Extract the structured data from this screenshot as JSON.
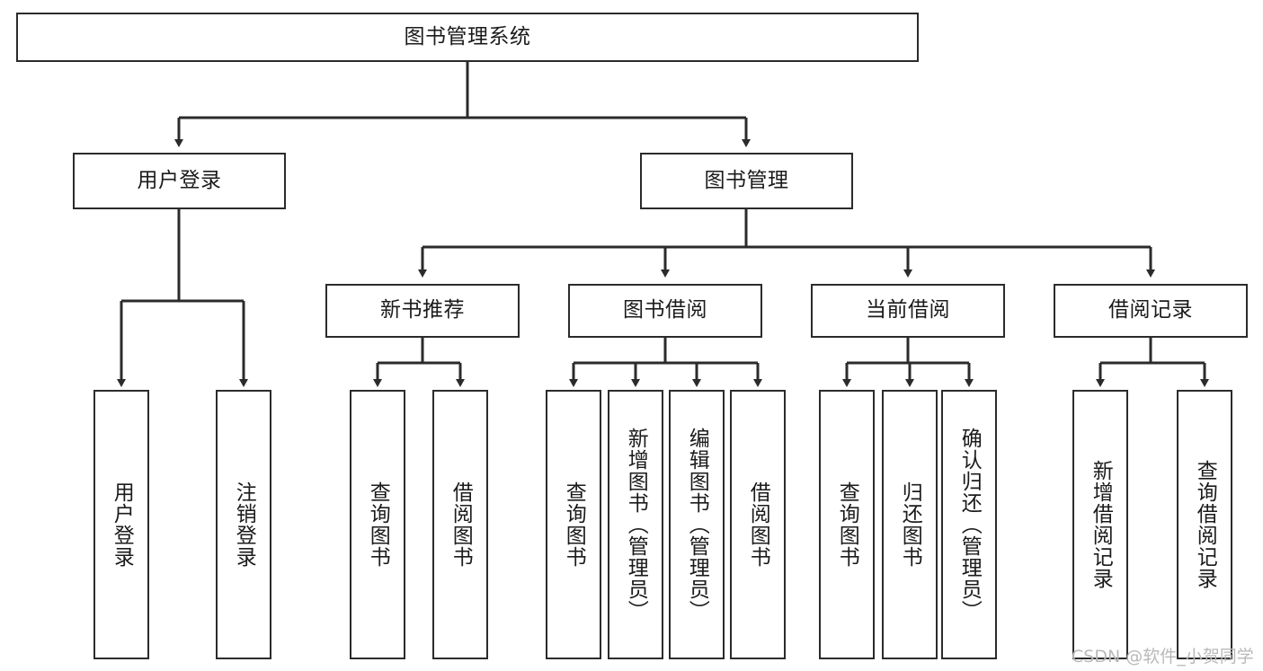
{
  "diagram": {
    "type": "tree",
    "title": "图书管理系统",
    "orientation": "top-down",
    "watermark": "CSDN @软件_小贺同学",
    "colors": {
      "box_stroke": "#2b2b2b",
      "box_fill": "#ffffff",
      "connector": "#2b2b2b",
      "text": "#1b1b1b",
      "watermark": "#b9b9b9",
      "background": "#ffffff"
    },
    "root": {
      "label": "图书管理系统"
    },
    "level2": [
      {
        "label": "用户登录"
      },
      {
        "label": "图书管理"
      }
    ],
    "level3": [
      {
        "label": "新书推荐"
      },
      {
        "label": "图书借阅"
      },
      {
        "label": "当前借阅"
      },
      {
        "label": "借阅记录"
      }
    ],
    "leaves": {
      "user_login": [
        {
          "label": "用户登录"
        },
        {
          "label": "注销登录"
        }
      ],
      "new_book_recommend": [
        {
          "label": "查询图书"
        },
        {
          "label": "借阅图书"
        }
      ],
      "book_borrow": [
        {
          "label": "查询图书"
        },
        {
          "label": "新增图书（管理员）"
        },
        {
          "label": "编辑图书（管理员）"
        },
        {
          "label": "借阅图书"
        }
      ],
      "current_borrow": [
        {
          "label": "查询图书"
        },
        {
          "label": "归还图书"
        },
        {
          "label": "确认归还（管理员）"
        }
      ],
      "borrow_records": [
        {
          "label": "新增借阅记录"
        },
        {
          "label": "查询借阅记录"
        }
      ]
    }
  }
}
